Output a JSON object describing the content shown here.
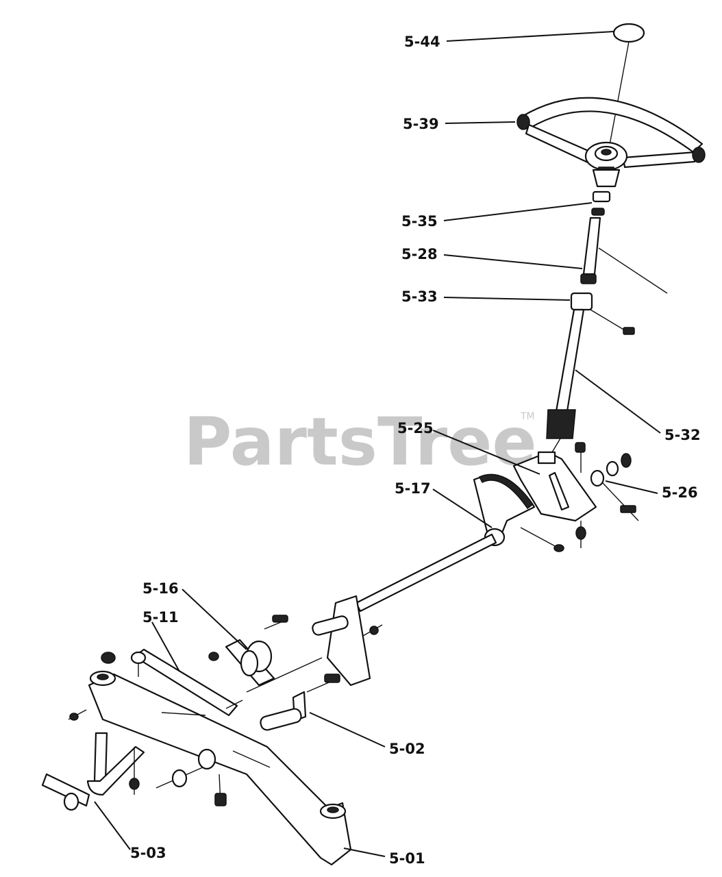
{
  "watermark": {
    "text": "PartsTree",
    "trademark": "TM"
  },
  "labels": [
    {
      "id": "5-44",
      "text": "5-44"
    },
    {
      "id": "5-39",
      "text": "5-39"
    },
    {
      "id": "5-35",
      "text": "5-35"
    },
    {
      "id": "5-28",
      "text": "5-28"
    },
    {
      "id": "5-33",
      "text": "5-33"
    },
    {
      "id": "5-32",
      "text": "5-32"
    },
    {
      "id": "5-25",
      "text": "5-25"
    },
    {
      "id": "5-26",
      "text": "5-26"
    },
    {
      "id": "5-17",
      "text": "5-17"
    },
    {
      "id": "5-16",
      "text": "5-16"
    },
    {
      "id": "5-11",
      "text": "5-11"
    },
    {
      "id": "5-02",
      "text": "5-02"
    },
    {
      "id": "5-03",
      "text": "5-03"
    },
    {
      "id": "5-01",
      "text": "5-01"
    }
  ]
}
